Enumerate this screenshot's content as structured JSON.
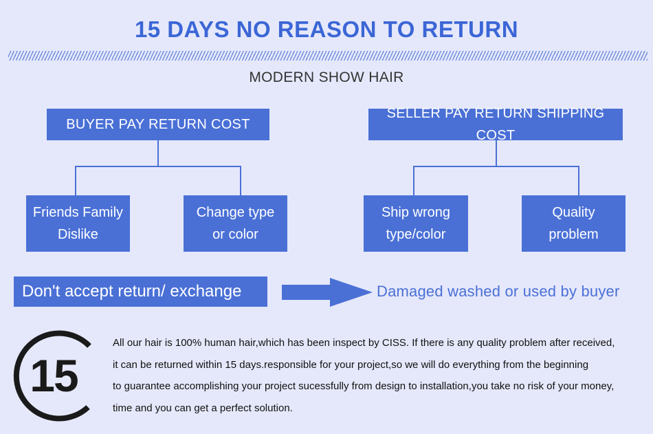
{
  "header": {
    "title": "15 DAYS NO REASON TO RETURN",
    "subtitle": "MODERN SHOW HAIR"
  },
  "buyer": {
    "heading": "BUYER PAY RETURN COST",
    "options": [
      [
        "Friends Family",
        "Dislike"
      ],
      [
        "Change type",
        "or color"
      ]
    ]
  },
  "seller": {
    "heading": "SELLER PAY RETURN SHIPPING COST",
    "options": [
      [
        "Ship wrong",
        "type/color"
      ],
      [
        "Quality",
        "problem"
      ]
    ]
  },
  "policy": {
    "refusal": "Don't accept return/ exchange",
    "reason": "Damaged washed or used by buyer",
    "arrow_icon": "right-arrow-icon"
  },
  "footer": {
    "badge_number": "15",
    "lines": [
      "All our hair is 100% human hair,which has been inspect by CISS. If there is any quality problem after received,",
      "it can be returned within 15 days.responsible for your project,so we will do everything from the beginning",
      "to guarantee accomplishing your project sucessfully from design to installation,you take no risk of your money,",
      "time and you can get a perfect solution."
    ]
  },
  "colors": {
    "accent": "#4a70d6",
    "title": "#3b66d6",
    "background": "#e5e8fb",
    "badge": "#1a1a1a"
  }
}
